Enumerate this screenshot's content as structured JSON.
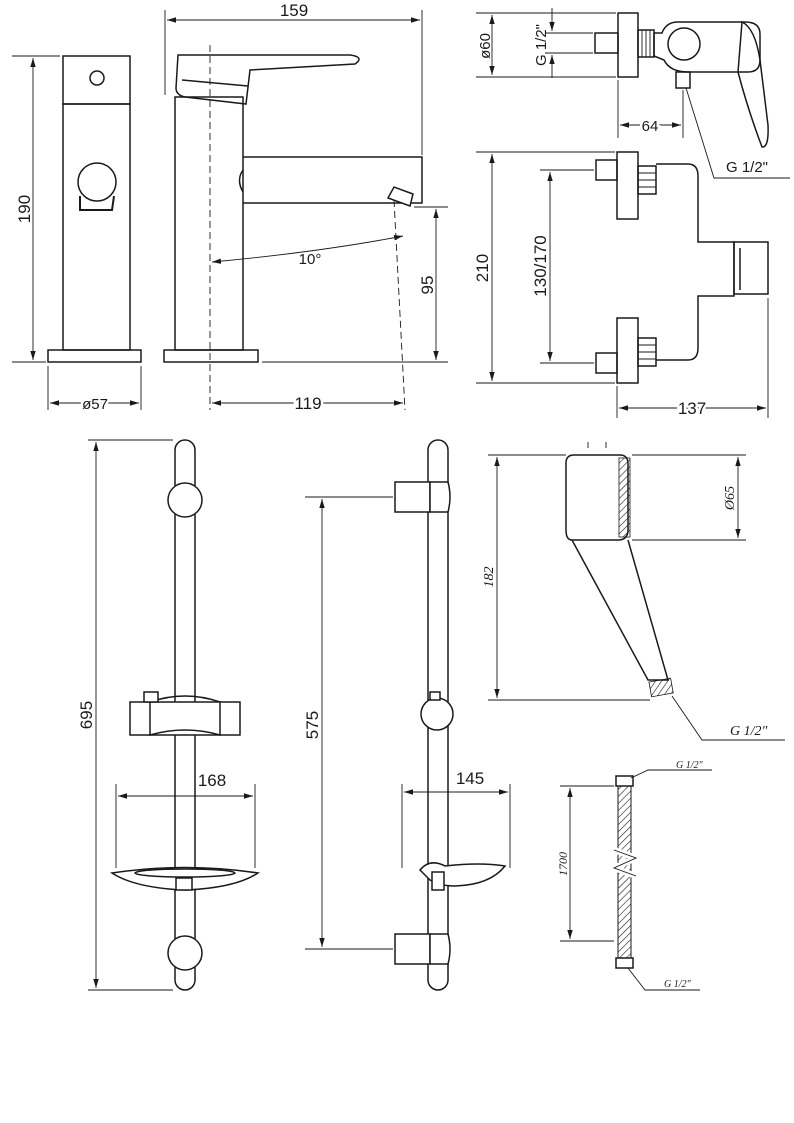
{
  "basin_front": {
    "height": "190",
    "base_diameter": "ø57"
  },
  "basin_side": {
    "width": "159",
    "spout_angle": "10°",
    "spout_height": "95",
    "reach": "119"
  },
  "shower_valve_side": {
    "flange_diameter": "ø60",
    "inlet_thread": "G 1/2\"",
    "depth": "64",
    "outlet_thread": "G 1/2\""
  },
  "shower_valve_front": {
    "height": "210",
    "center_distance": "130/170",
    "width": "137"
  },
  "rail_front": {
    "length": "695",
    "dish_width": "168"
  },
  "rail_side": {
    "fixing_distance": "575",
    "dish_depth": "145"
  },
  "hand_shower": {
    "length": "182",
    "head_diameter": "Ø65",
    "thread": "G 1/2\""
  },
  "hose": {
    "length": "1700",
    "thread_top": "G 1/2\"",
    "thread_bottom": "G 1/2\""
  }
}
